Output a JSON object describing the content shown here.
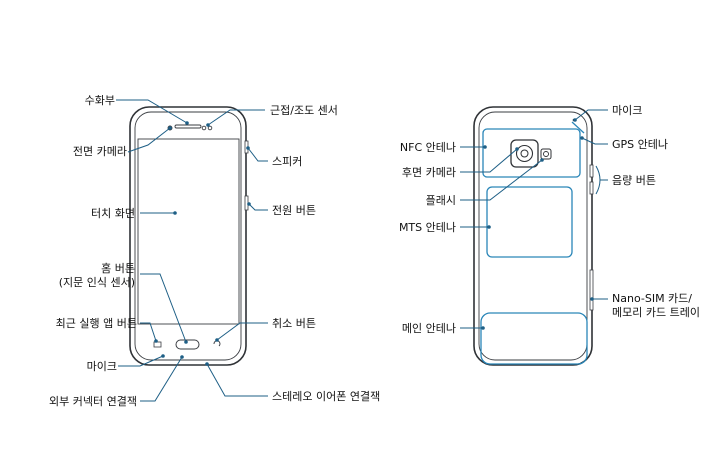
{
  "front_labels": {
    "earpiece": "수화부",
    "front_camera": "전면 카메라",
    "touch_screen": "터치 화면",
    "home_button_line1": "홈 버튼",
    "home_button_line2": "(지문 인식 센서)",
    "recent_apps_button": "최근 실행 앱 버튼",
    "mic_front": "마이크",
    "connector": "외부 커넥터 연결잭",
    "proximity_sensor": "근접/조도 센서",
    "speaker": "스피커",
    "power_button": "전원 버튼",
    "back_button": "취소 버튼",
    "earphone_jack": "스테레오 이어폰 연결잭"
  },
  "back_labels": {
    "nfc_antenna": "NFC 안테나",
    "rear_camera": "후면 카메라",
    "flash": "플래시",
    "mts_antenna": "MTS 안테나",
    "main_antenna": "메인 안테나",
    "mic_back": "마이크",
    "gps_antenna": "GPS 안테나",
    "volume_button": "음량 버튼",
    "sim_tray_line1": "Nano-SIM 카드/",
    "sim_tray_line2": "메모리 카드 트레이"
  },
  "colors": {
    "leader": "#1e5f86",
    "antenna": "#2a86b8",
    "outline": "#2f3236"
  }
}
